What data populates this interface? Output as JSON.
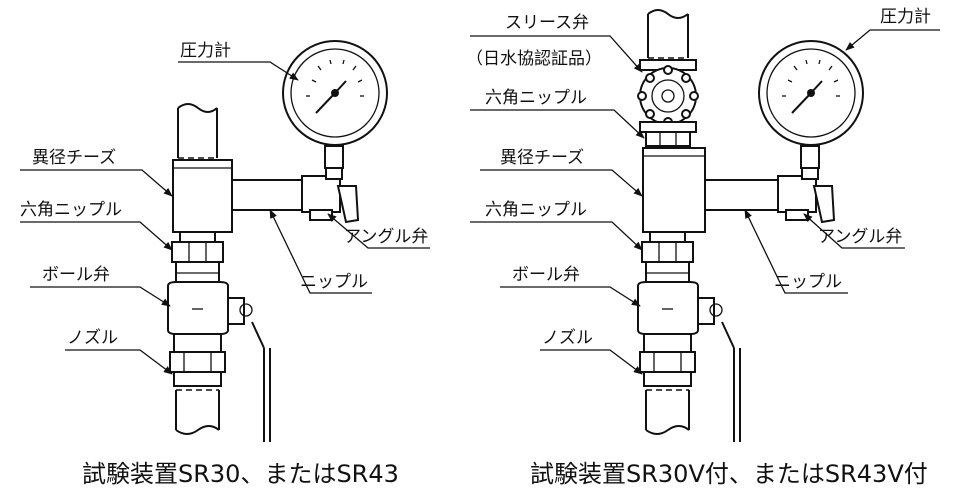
{
  "left": {
    "labels": {
      "gauge": "圧力計",
      "reducing_tee": "異径チーズ",
      "hex_nipple": "六角ニップル",
      "ball_valve": "ボール弁",
      "nozzle": "ノズル",
      "angle_valve": "アングル弁",
      "nipple": "ニップル"
    },
    "caption": "試験装置SR30、またはSR43"
  },
  "right": {
    "labels": {
      "sluice_valve": "スリース弁",
      "sluice_note": "（日水協認証品）",
      "gauge": "圧力計",
      "hex_nipple_top": "六角ニップル",
      "reducing_tee": "異径チーズ",
      "hex_nipple": "六角ニップル",
      "ball_valve": "ボール弁",
      "nozzle": "ノズル",
      "angle_valve": "アングル弁",
      "nipple": "ニップル"
    },
    "caption": "試験装置SR30V付、またはSR43V付"
  }
}
